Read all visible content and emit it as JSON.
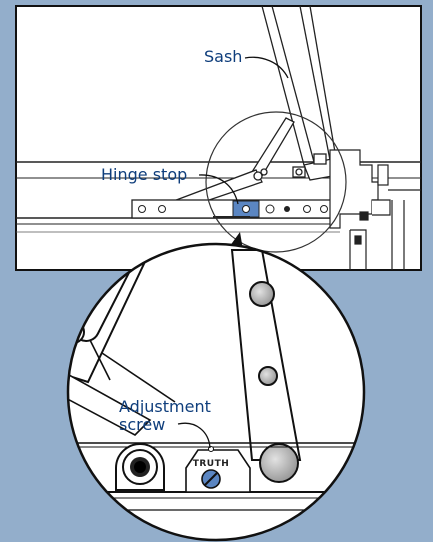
{
  "colors": {
    "background": "#93AECB",
    "label_text": "#0F3E7C",
    "line": "#1A1A1A",
    "accent_blue": "#5B86C2"
  },
  "labels": {
    "sash": "Sash",
    "hinge_stop": "Hinge stop",
    "adjustment_line1": "Adjustment",
    "adjustment_line2": "screw",
    "brand_mark": "TRUTH"
  }
}
